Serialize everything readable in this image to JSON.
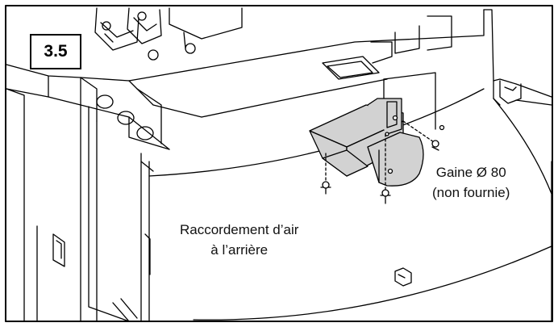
{
  "step_number": "3.5",
  "labels": {
    "duct_line1": "Gaine Ø 80",
    "duct_line2": "(non fournie)",
    "air_line1": "Raccordement d’air",
    "air_line2": "à l’arrière"
  },
  "colors": {
    "line": "#000000",
    "part_fill": "#d2d2d2",
    "background": "#ffffff"
  }
}
